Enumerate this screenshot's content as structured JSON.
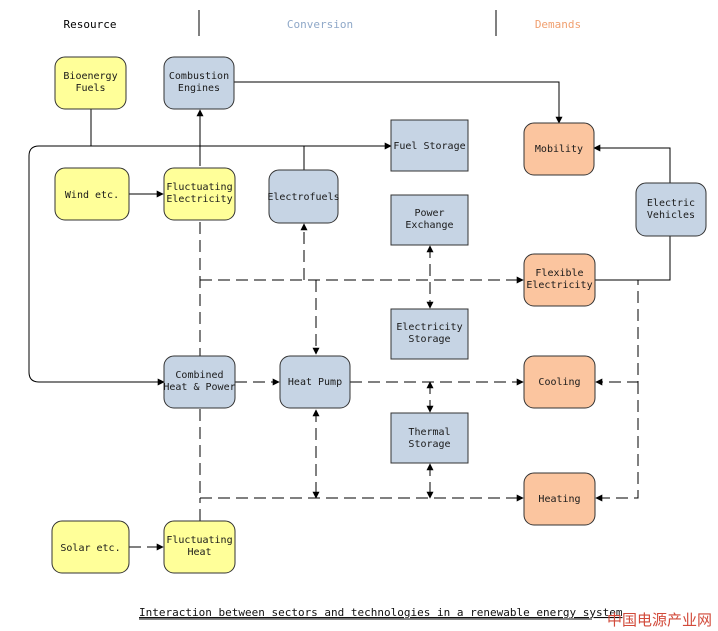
{
  "headers": {
    "resource": "Resource",
    "conversion": "Conversion",
    "demands": "Demands"
  },
  "nodes": {
    "bioenergy": [
      "Bioenergy",
      "Fuels"
    ],
    "combustion": [
      "Combustion",
      "Engines"
    ],
    "wind": [
      "Wind etc."
    ],
    "fluct_elec": [
      "Fluctuating",
      "Electricity"
    ],
    "electrofuels": [
      "Electrofuels"
    ],
    "fuel_storage": [
      "Fuel Storage"
    ],
    "power_exchange": [
      "Power",
      "Exchange"
    ],
    "elec_storage": [
      "Electricity",
      "Storage"
    ],
    "chp": [
      "Combined",
      "Heat & Power"
    ],
    "heat_pump": [
      "Heat Pump"
    ],
    "thermal_storage": [
      "Thermal",
      "Storage"
    ],
    "solar": [
      "Solar etc."
    ],
    "fluct_heat": [
      "Fluctuating",
      "Heat"
    ],
    "mobility": [
      "Mobility"
    ],
    "electric_vehicles": [
      "Electric",
      "Vehicles"
    ],
    "flex_elec": [
      "Flexible",
      "Electricity"
    ],
    "cooling": [
      "Cooling"
    ],
    "heating": [
      "Heating"
    ]
  },
  "caption": "Interaction between sectors and technologies in a renewable energy system",
  "watermark": "中国电源产业网",
  "colors": {
    "resource": "#ffff99",
    "conversion": "#c6d4e4",
    "demand": "#fbc59f",
    "conversion_header": "#8fa8c8",
    "demand_header": "#f0a070"
  }
}
